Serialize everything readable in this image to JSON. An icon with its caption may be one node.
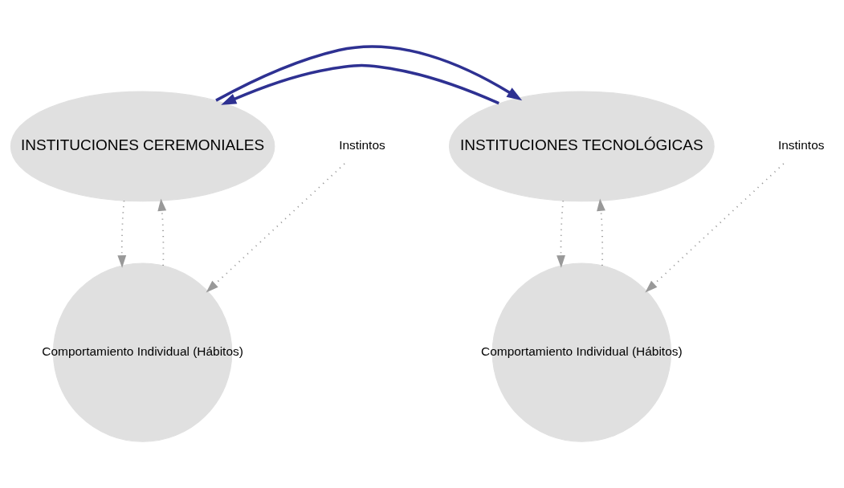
{
  "diagram": {
    "nodes": [
      {
        "text": [
          "INSTITUCIONES CEREMONIALES"
        ]
      },
      {
        "text": [
          "INSTITUCIONES TECNOLÓGICAS"
        ]
      },
      {
        "text": [
          "Instintos"
        ]
      },
      {
        "text": [
          "Comportamiento Individual (Hábitos)"
        ]
      },
      {
        "text": [
          "Instintos"
        ]
      },
      {
        "text": [
          "Comportamiento Individual (Hábitos)"
        ]
      }
    ],
    "edges": [
      {
        "from": 1,
        "to": 0,
        "arrow": "to",
        "style": "thick",
        "color": "#2e3192"
      },
      {
        "from": 0,
        "to": 1,
        "arrow": "to",
        "style": "thick",
        "color": "#2e3192"
      },
      {
        "from": 0,
        "to": 3,
        "arrow": "to",
        "style": "dashed"
      },
      {
        "from": 3,
        "to": 0,
        "arrow": "to",
        "style": "dashed"
      },
      {
        "from": 2,
        "to": 3,
        "arrow": "to",
        "style": "dashed"
      },
      {
        "from": 1,
        "to": 5,
        "arrow": "to",
        "style": "dashed"
      },
      {
        "from": 5,
        "to": 1,
        "arrow": "to",
        "style": "dashed"
      },
      {
        "from": 4,
        "to": 5,
        "arrow": "to",
        "style": "dashed"
      }
    ]
  }
}
